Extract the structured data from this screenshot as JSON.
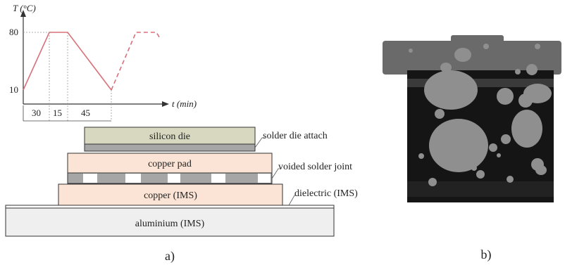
{
  "profile": {
    "y_axis_label": "T (°C)",
    "x_axis_label": "t (min)",
    "y_ticks": [
      "80",
      "10"
    ],
    "segments": [
      "30",
      "15",
      "45"
    ],
    "line_color": "#d9707a"
  },
  "stack": {
    "layers": {
      "die": "silicon die",
      "pad": "copper pad",
      "ims_copper": "copper (IMS)",
      "aluminium": "aluminium (IMS)"
    },
    "callouts": {
      "solder_die_attach": "solder die attach",
      "voided_solder_joint": "voided solder joint",
      "dielectric": "dielectric (IMS)"
    },
    "colors": {
      "die": "#d8d8c0",
      "copper": "#fbe4d5",
      "solder": "#a6a6a6",
      "aluminium": "#efefef"
    }
  },
  "panel_labels": {
    "a": "a)",
    "b": "b)"
  }
}
